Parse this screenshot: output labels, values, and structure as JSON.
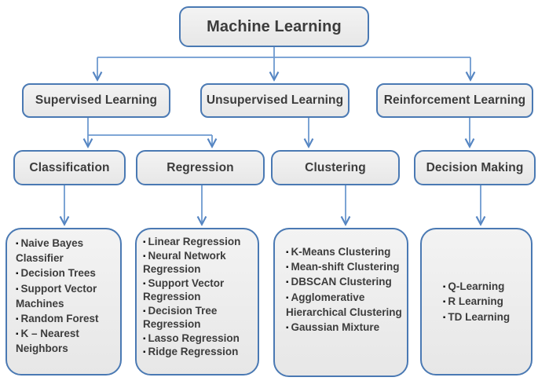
{
  "glyphs": {
    "bullet": "▪"
  },
  "colors": {
    "box_fill": "#ececec",
    "box_border": "#4a79b3",
    "connector": "#6d9ad0",
    "text": "#3c3c3c",
    "bullet": "#141414"
  },
  "root": {
    "label": "Machine Learning"
  },
  "branches": [
    {
      "label": "Supervised Learning",
      "children": [
        {
          "label": "Classification",
          "items": [
            "Naive Bayes Classifier",
            "Decision Trees",
            "Support Vector Machines",
            "Random Forest",
            "K – Nearest Neighbors"
          ]
        },
        {
          "label": "Regression",
          "items": [
            "Linear Regression",
            "Neural Network Regression",
            "Support Vector Regression",
            "Decision Tree Regression",
            "Lasso Regression",
            "Ridge Regression"
          ]
        }
      ]
    },
    {
      "label": "Unsupervised Learning",
      "children": [
        {
          "label": "Clustering",
          "items": [
            "K-Means Clustering",
            "Mean-shift Clustering",
            "DBSCAN Clustering",
            "Agglomerative Hierarchical Clustering",
            "Gaussian Mixture"
          ]
        }
      ]
    },
    {
      "label": "Reinforcement Learning",
      "children": [
        {
          "label": "Decision Making",
          "items": [
            "Q-Learning",
            "R Learning",
            "TD Learning"
          ]
        }
      ]
    }
  ]
}
